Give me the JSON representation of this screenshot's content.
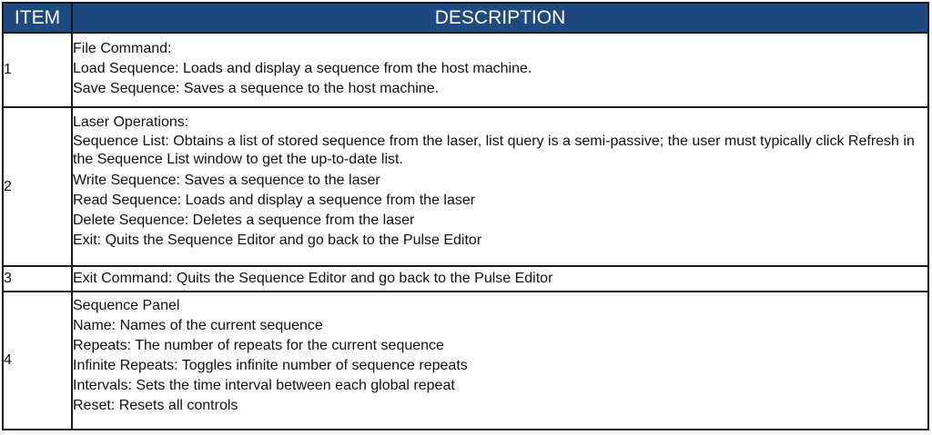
{
  "table": {
    "headers": {
      "item": "ITEM",
      "description": "DESCRIPTION"
    },
    "header_color": "#1f4a7f",
    "rows": [
      {
        "item": "1",
        "lines": [
          "File Command:",
          "Load Sequence: Loads and display a sequence from the host machine.",
          "Save Sequence: Saves a sequence to the host machine."
        ]
      },
      {
        "item": "2",
        "lines": [
          "Laser Operations:",
          "Sequence List: Obtains a list of stored sequence from the laser, list query is a semi-passive; the user must typically click Refresh in the Sequence List window to get the up-to-date list.",
          "Write Sequence: Saves a sequence to the laser",
          "Read Sequence: Loads and display a sequence from the laser",
          "Delete Sequence: Deletes a sequence from the laser",
          "Exit: Quits the Sequence Editor and go back to the Pulse Editor"
        ]
      },
      {
        "item": "3",
        "lines": [
          "Exit Command: Quits the Sequence Editor and go back to the Pulse Editor"
        ]
      },
      {
        "item": "4",
        "lines": [
          "Sequence Panel",
          "Name: Names of the current sequence",
          "Repeats: The number of repeats for the current sequence",
          "Infinite Repeats: Toggles infinite number of sequence repeats",
          "Intervals: Sets the time interval between each global repeat",
          "Reset: Resets all controls"
        ]
      }
    ]
  }
}
